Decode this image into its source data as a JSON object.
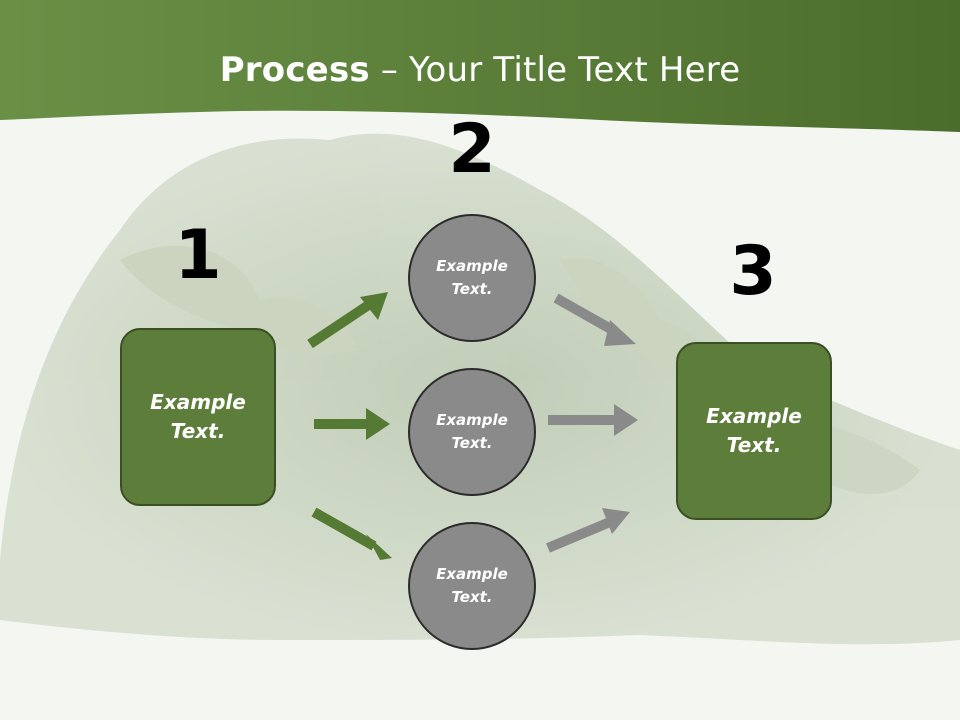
{
  "title": {
    "bold": "Process",
    "rest": " – Your Title Text Here"
  },
  "steps": {
    "one": "1",
    "two": "2",
    "three": "3"
  },
  "left_box": {
    "line1": "Example",
    "line2": "Text."
  },
  "right_box": {
    "line1": "Example",
    "line2": "Text."
  },
  "circles": [
    {
      "line1": "Example",
      "line2": "Text."
    },
    {
      "line1": "Example",
      "line2": "Text."
    },
    {
      "line1": "Example",
      "line2": "Text."
    }
  ],
  "colors": {
    "header": "#5a7d3a",
    "box": "#5d7d3b",
    "circle": "#8a8a8a",
    "green_arrow": "#557a34",
    "gray_arrow": "#8a8a8a"
  }
}
